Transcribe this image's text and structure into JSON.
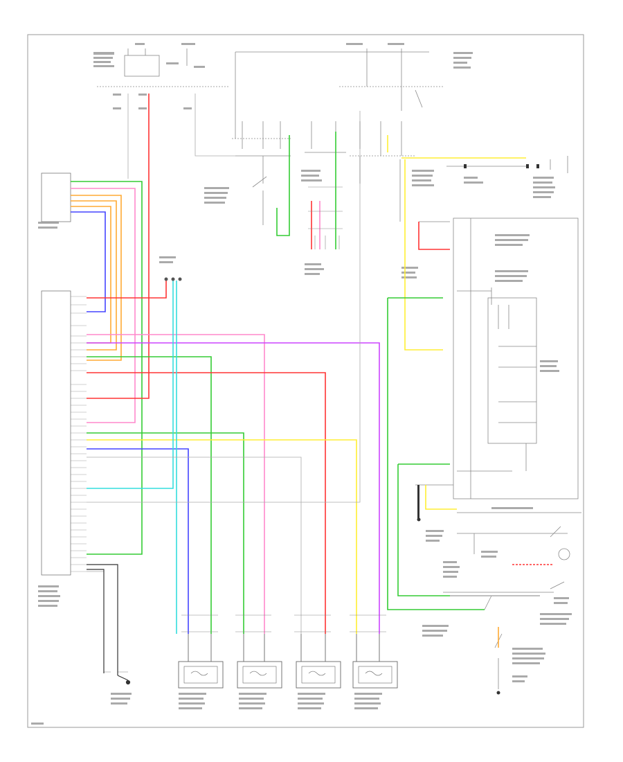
{
  "colors": {
    "ground": "#2a2a2a",
    "wire_black": "#333333",
    "wire_gray": "#9a9a9a",
    "wire_green": "#33cc33",
    "wire_red": "#ff3333",
    "wire_pink": "#ff88cc",
    "wire_orange": "#ffaa33",
    "wire_blue": "#4444ff",
    "wire_cyan": "#33dddd",
    "wire_yellow": "#ffee33",
    "wire_violet": "#cc44ff",
    "wire_lightpink": "#ffaacc"
  },
  "sensors": [
    {
      "id": "front-right"
    },
    {
      "id": "front-left"
    },
    {
      "id": "rear-right"
    },
    {
      "id": "rear-left"
    }
  ]
}
